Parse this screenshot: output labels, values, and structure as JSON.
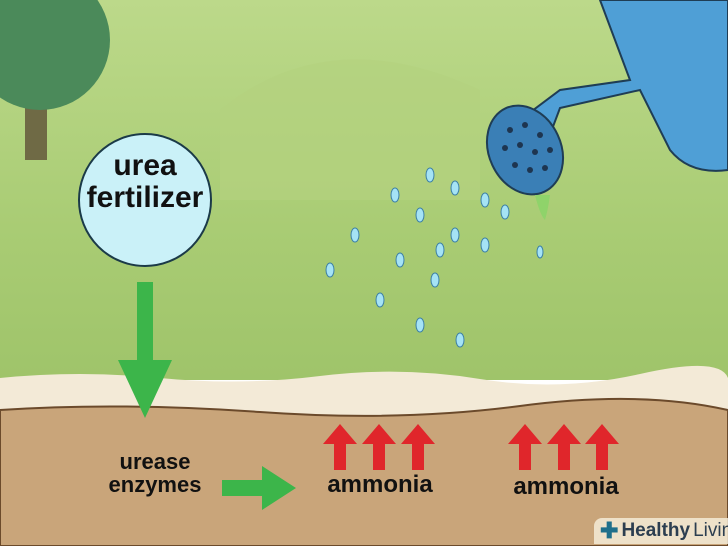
{
  "labels": {
    "circle_line1": "urea",
    "circle_line2": "fertilizer",
    "enzymes_line1": "urease",
    "enzymes_line2": "enzymes",
    "ammonia_left": "ammonia",
    "ammonia_right": "ammonia"
  },
  "watermark": {
    "brand_bold": "Healthy",
    "brand_light": "Living"
  },
  "colors": {
    "arrow_green": "#3cb54a",
    "arrow_red": "#e0262b",
    "can_blue": "#4f9fd6",
    "soil": "#c9a57a"
  }
}
